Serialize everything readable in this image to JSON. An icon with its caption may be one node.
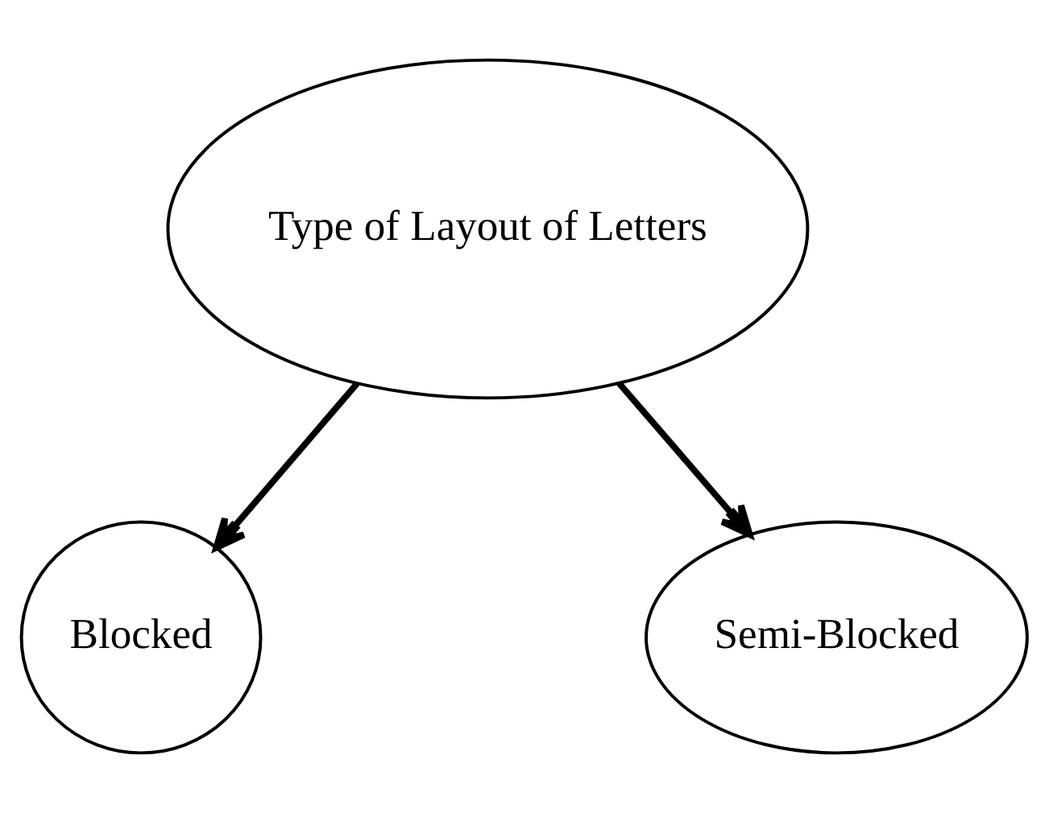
{
  "diagram": {
    "nodes": [
      {
        "text": [
          "Type of Layout of Letters"
        ]
      },
      {
        "text": [
          "Blocked"
        ]
      },
      {
        "text": [
          "Semi-Blocked"
        ]
      }
    ],
    "edges": [
      {
        "from": 0,
        "to": 1,
        "arrow": "to"
      },
      {
        "from": 0,
        "to": 2,
        "arrow": "to"
      }
    ]
  }
}
